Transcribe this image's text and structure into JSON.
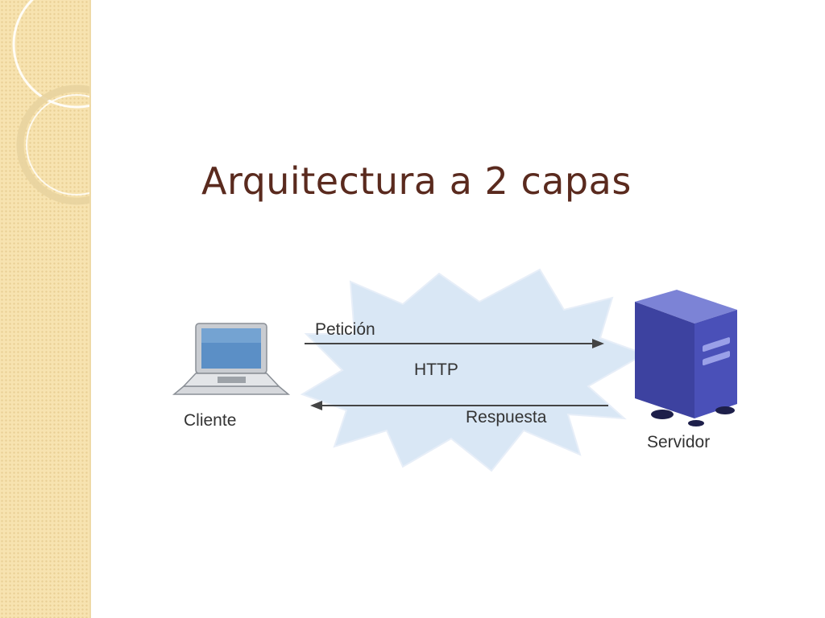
{
  "slide": {
    "title": "Arquitectura a 2 capas"
  },
  "diagram": {
    "client_label": "Cliente",
    "server_label": "Servidor",
    "request_label": "Petición",
    "response_label": "Respuesta",
    "protocol_label": "HTTP",
    "colors": {
      "cloud": "#d7e6f5",
      "arrow": "#444444",
      "server": "#4a50b8",
      "laptop_screen": "#5b8fc6"
    },
    "icons": [
      "laptop-icon",
      "server-icon",
      "network-cloud-icon"
    ]
  }
}
